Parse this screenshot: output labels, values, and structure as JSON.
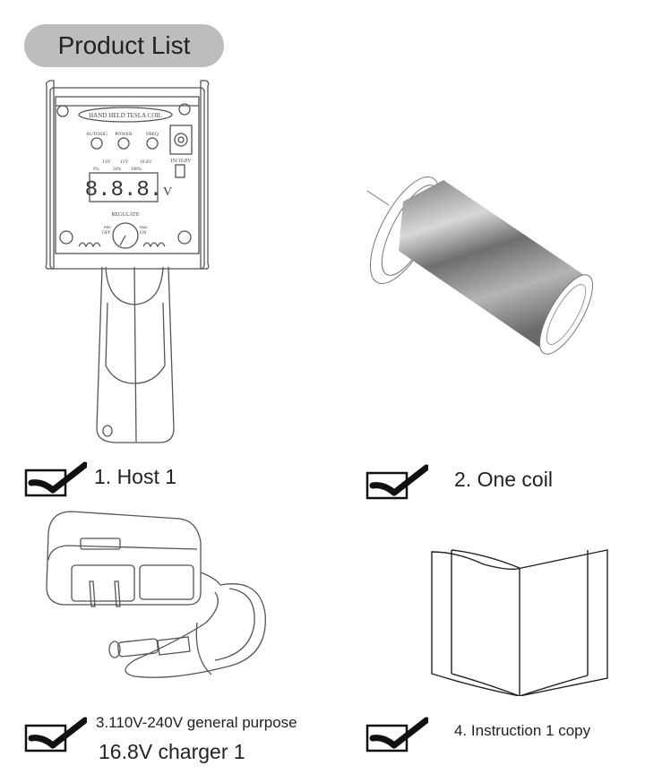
{
  "header": {
    "title": "Product List"
  },
  "items": [
    {
      "label": "1. Host 1",
      "icon": "tesla-coil-host-illustration",
      "device_text": {
        "brand": "HAND HELD TESLA COIL",
        "buttons": [
          "AUTOSIG",
          "POWER",
          "FREQ"
        ],
        "input": "IN:16.8V",
        "voltages": [
          "13V",
          "15V",
          "16.8V"
        ],
        "battery_levels": [
          "0%",
          "50%",
          "100%"
        ],
        "display": "8.8.8.",
        "unit": "V",
        "knob_label": "REGULATE",
        "knob_min": "min",
        "knob_off": "OFF",
        "knob_max": "max",
        "knob_on": "ON"
      }
    },
    {
      "label": "2. One coil",
      "icon": "coil-illustration"
    },
    {
      "label_line1": "3.110V-240V general purpose",
      "label_line2": "16.8V charger 1",
      "icon": "charger-illustration"
    },
    {
      "label": "4. Instruction 1 copy",
      "icon": "manual-illustration"
    }
  ],
  "colors": {
    "pill_bg": "#bdbdbd",
    "text": "#222222",
    "line": "#555555"
  }
}
